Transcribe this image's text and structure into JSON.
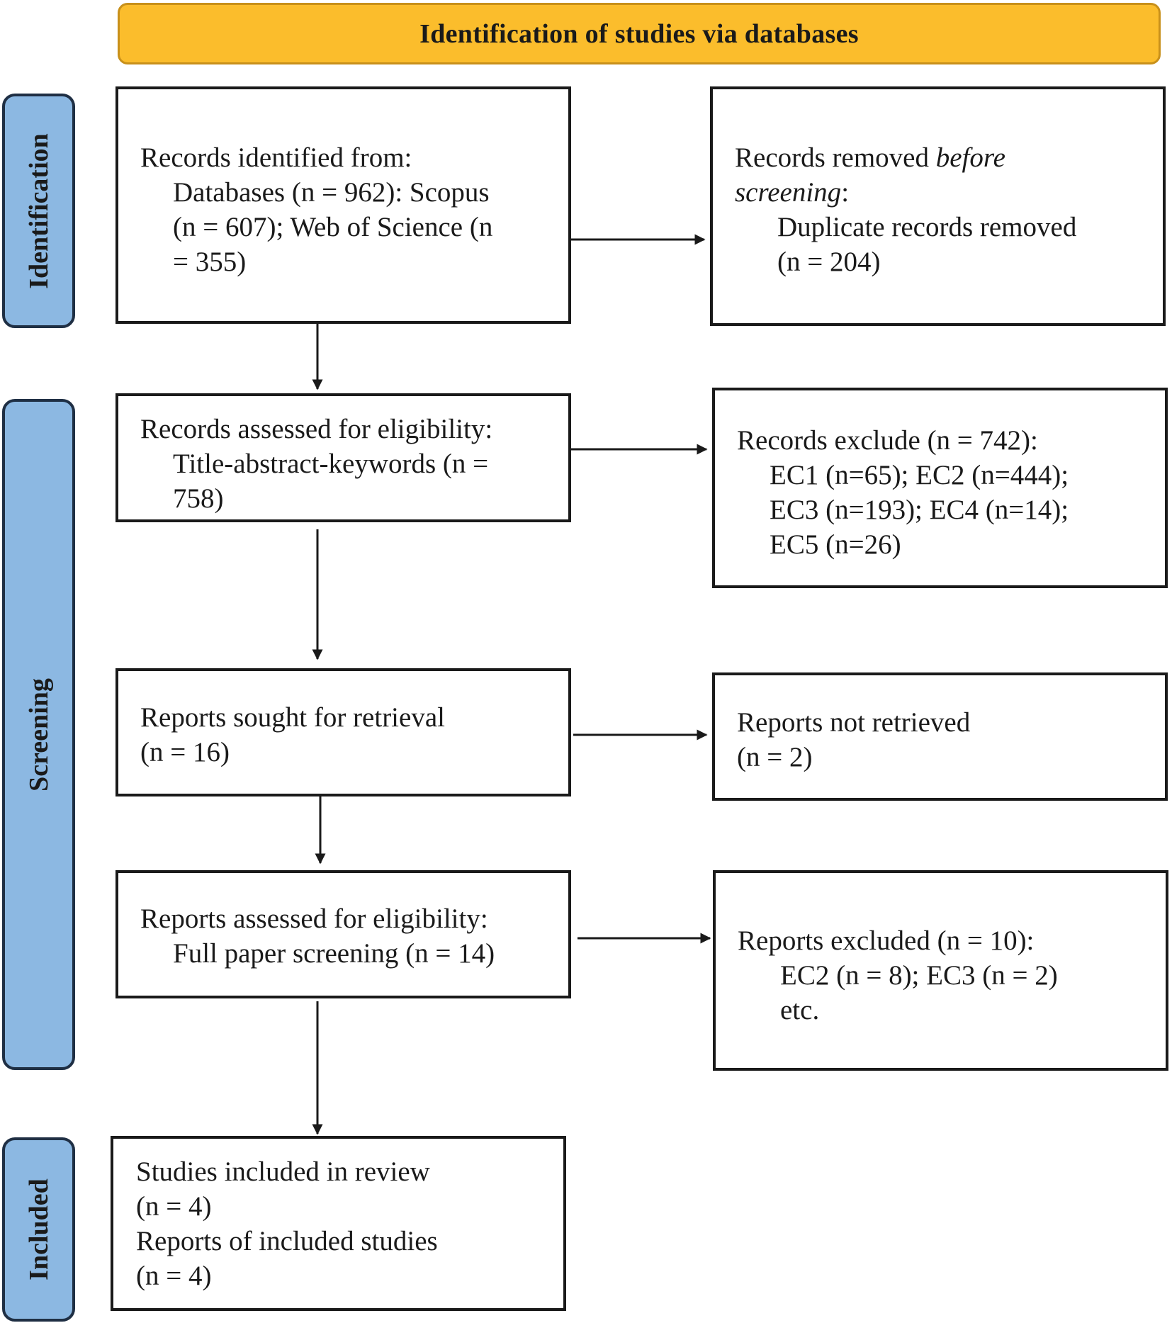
{
  "header": {
    "title": "Identification of studies via databases"
  },
  "phases": {
    "identification": "Identification",
    "screening": "Screening",
    "included": "Included"
  },
  "boxes": {
    "records_identified": {
      "heading": "Records identified from:",
      "lines": [
        "Databases (n = 962): Scopus",
        "(n = 607); Web of Science (n",
        "= 355)"
      ]
    },
    "records_removed": {
      "heading_prefix": "Records removed ",
      "heading_em": "before",
      "heading_em2": "screening",
      "heading_suffix": ":",
      "lines": [
        "Duplicate records removed",
        "(n = 204)"
      ]
    },
    "records_assessed": {
      "heading": "Records assessed for eligibility:",
      "lines": [
        "Title-abstract-keywords (n =",
        "758)"
      ]
    },
    "records_excluded": {
      "heading": "Records exclude (n = 742):",
      "lines": [
        "EC1 (n=65); EC2 (n=444);",
        "EC3 (n=193); EC4 (n=14);",
        "EC5 (n=26)"
      ]
    },
    "reports_sought": {
      "lines": [
        "Reports sought for retrieval",
        "(n = 16)"
      ]
    },
    "reports_not_retrieved": {
      "lines": [
        "Reports not retrieved",
        "(n = 2)"
      ]
    },
    "reports_assessed": {
      "heading": "Reports assessed for eligibility:",
      "lines": [
        "Full paper screening (n = 14)"
      ]
    },
    "reports_excluded": {
      "heading": "Reports excluded (n = 10):",
      "lines": [
        "EC2 (n = 8); EC3 (n = 2)",
        "etc."
      ]
    },
    "studies_included": {
      "lines": [
        "Studies included in review",
        "(n = 4)",
        "Reports of included studies",
        "(n = 4)"
      ]
    }
  },
  "colors": {
    "header_fill": "#fbbd2c",
    "phase_fill": "#8cb8e2",
    "phase_border": "#1f2f44"
  }
}
